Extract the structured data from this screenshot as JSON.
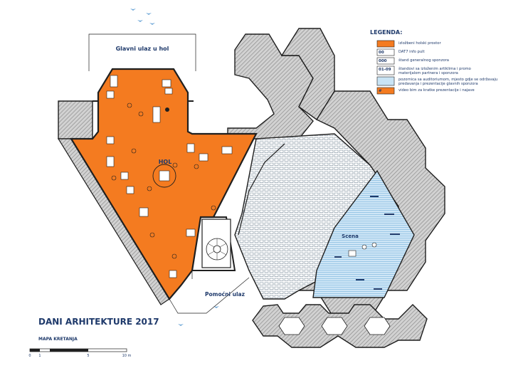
{
  "header": {
    "title": "DANI ARHITEKTURE 2017",
    "subtitle": "MAPA KRETANJA"
  },
  "labels": {
    "main_entrance": "Glavni ulaz u hol",
    "side_entrance": "Pomoćni ulaz",
    "hol": "HOL",
    "scena": "Scena"
  },
  "legend": {
    "title": "LEGENDA:",
    "items": [
      {
        "swatch": "orange",
        "code": "",
        "text": [
          "izložbeni holski prostor"
        ]
      },
      {
        "swatch": "white",
        "code": "00",
        "text": [
          "DAT7 info pult"
        ]
      },
      {
        "swatch": "white",
        "code": "000",
        "text": [
          "štand generalnog sponzora"
        ]
      },
      {
        "swatch": "white",
        "code": "01-09",
        "text": [
          "štandovi sa izloženim artiklima i promo",
          "materijalom partnera i sponzora"
        ]
      },
      {
        "swatch": "blue",
        "code": "",
        "text": [
          "pozornica sa auditoriumom, mjesto gdje se održavaju",
          "predavanja i prezentacije glavnih sponzora"
        ]
      },
      {
        "swatch": "orange",
        "code": "#",
        "text": [
          "video bim za kratke prezentacije i najave"
        ]
      }
    ]
  },
  "scale": {
    "ticks": [
      "0",
      "1",
      "5",
      "10 m"
    ]
  },
  "colors": {
    "orange": "#f47b20",
    "stage_blue": "#c9e4f5",
    "grey_hatch": "#9a9a9a",
    "dark": "#1f1f1f",
    "text_blue": "#1f3a6b"
  }
}
